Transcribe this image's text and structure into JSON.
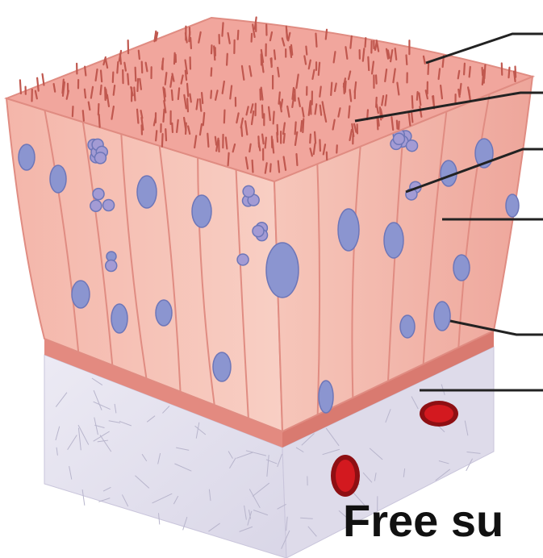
{
  "caption": "Free su",
  "colors": {
    "cilia": "#c0584f",
    "apical_surface": "#f2a8a0",
    "cell_front": "#f6c2b6",
    "cell_side": "#f1b2a6",
    "cell_line": "#e08c82",
    "nucleus": "#8b95d0",
    "nucleus_edge": "#6d76b8",
    "goblet_granule": "#a39bd4",
    "basement_membrane": "#de7f76",
    "connective_tissue": "#e4e2ef",
    "connective_fiber": "#b8b5cc",
    "blood_vessel": "#c4161c",
    "leader_line": "#222222",
    "caption_text": "#111111"
  },
  "structures": [
    {
      "name": "cilia"
    },
    {
      "name": "apical-surface"
    },
    {
      "name": "goblet-cell-mucus-granules"
    },
    {
      "name": "columnar-cell"
    },
    {
      "name": "nucleus"
    },
    {
      "name": "basement-membrane"
    }
  ]
}
